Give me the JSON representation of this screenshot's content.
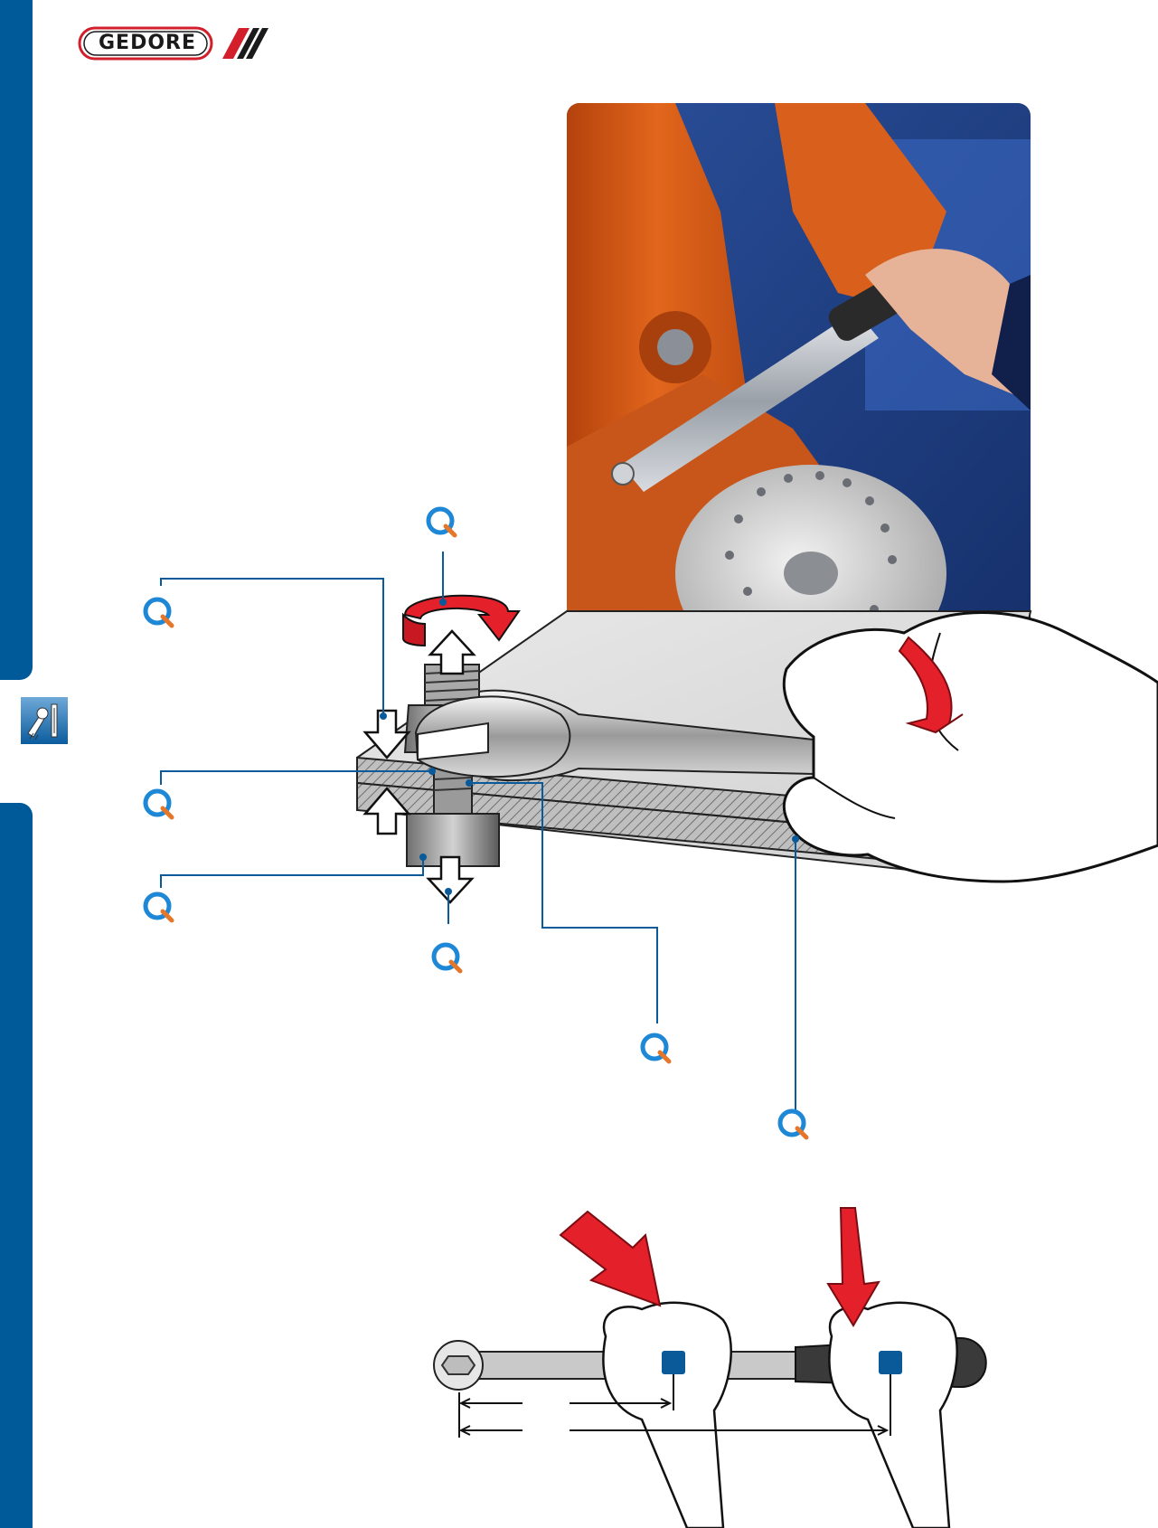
{
  "brand": {
    "logo_text": "GEDORE",
    "red": "#d21f2b",
    "blue": "#005a9a"
  },
  "sidebar": {
    "icon": "torque-tool-icon"
  },
  "photo": {
    "subject": "torque-wrench-on-robot-arm-photo"
  },
  "diagram_joint": {
    "callout_icon": "magnifier-callout-icon",
    "callout_count": 7
  },
  "diagram_lever": {
    "markers": 2,
    "arrow_color": "#e4202a",
    "marker_color": "#0a5a99"
  }
}
